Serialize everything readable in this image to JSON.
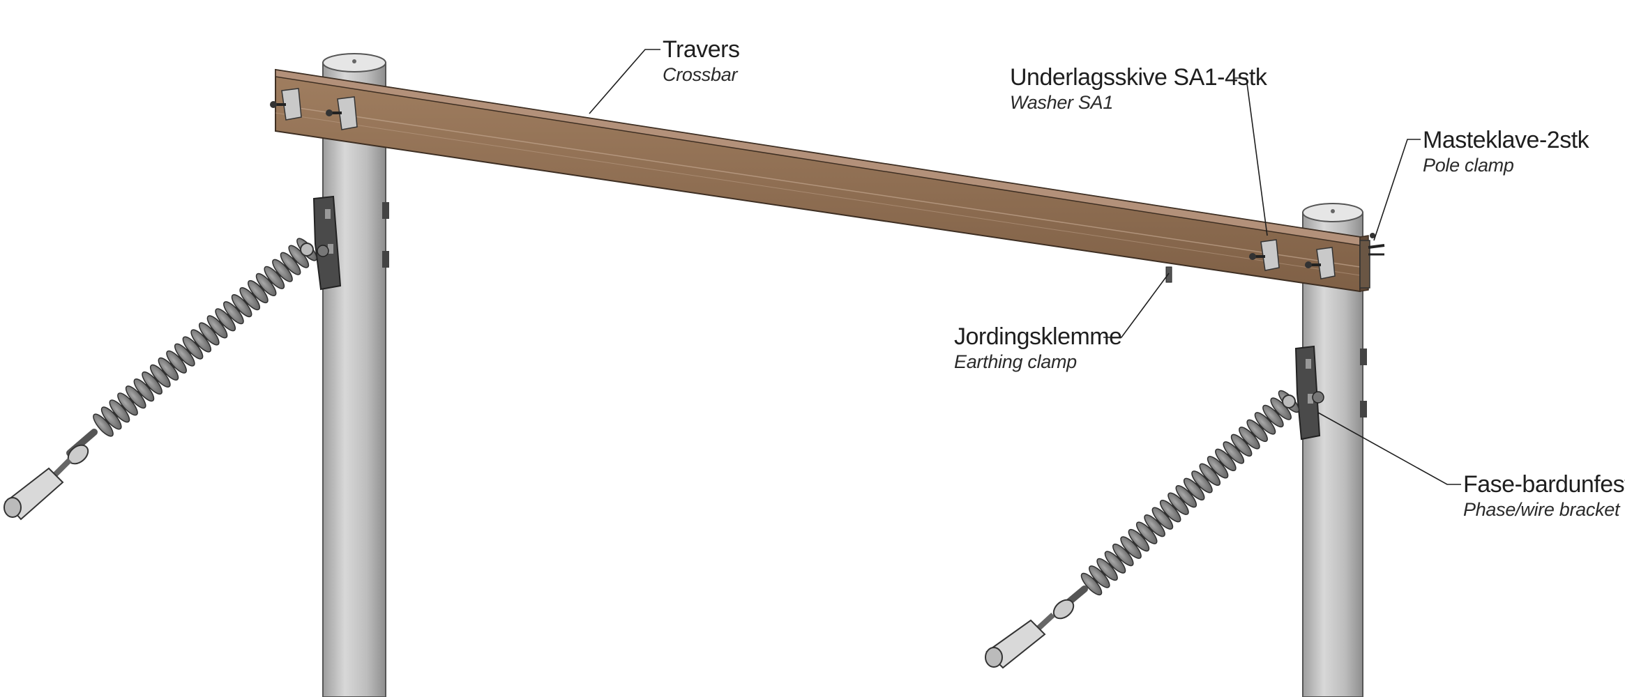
{
  "labels": {
    "travers": {
      "name": "Travers",
      "sub": "Crossbar"
    },
    "underlagsskive": {
      "name": "Underlagsskive SA1-4stk",
      "sub": "Washer SA1"
    },
    "masteklave": {
      "name": "Masteklave-2stk",
      "sub": "Pole clamp"
    },
    "jordingsklemme": {
      "name": "Jordingsklemme",
      "sub": "Earthing clamp"
    },
    "fase_bardunfeste": {
      "name": "Fase-bardunfeste",
      "sub": "Phase/wire bracket"
    }
  },
  "colors": {
    "crossbar": "#8b6b4e",
    "crossbar_dark": "#6e533b",
    "pole": "#c4c4c4",
    "insulator": "#8a8a8a",
    "bracket": "#4a4a4a",
    "leader_line": "#1e1e1e"
  }
}
